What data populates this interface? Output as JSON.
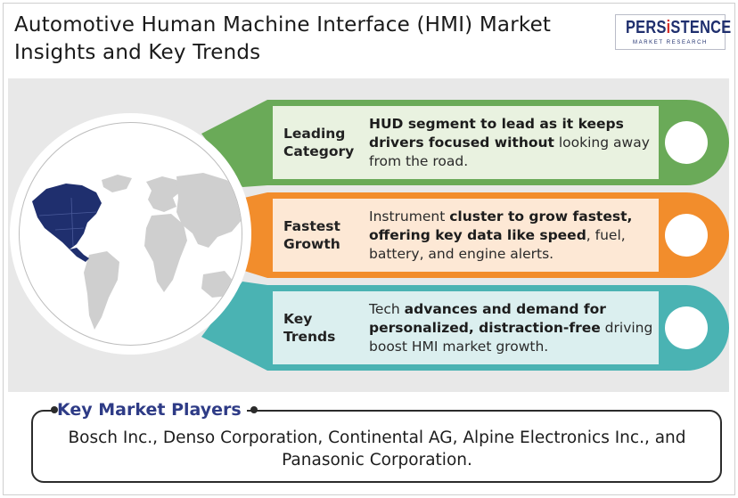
{
  "title": "Automotive Human Machine Interface (HMI) Market Insights and Key Trends",
  "logo": {
    "word_start": "PERS",
    "word_accent": "i",
    "word_end": "STENCE",
    "sub": "MARKET RESEARCH"
  },
  "rows": [
    {
      "label_line1": "Leading",
      "label_line2": "Category",
      "desc_bold": "HUD segment to lead as it keeps drivers focused without",
      "desc_rest": " looking away from the road.",
      "color": "#6aaa58",
      "card_color": "#e9f2e0"
    },
    {
      "label_line1": "Fastest",
      "label_line2": "Growth",
      "desc_lead": "Instrument ",
      "desc_bold": "cluster to grow fastest, offering key data like speed",
      "desc_rest": ", fuel, battery, and engine alerts.",
      "color": "#f28d2c",
      "card_color": "#fde8d5"
    },
    {
      "label_line1": "Key",
      "label_line2": "Trends",
      "desc_lead": "Tech ",
      "desc_bold": "advances and demand for personalized, distraction-free",
      "desc_rest": " driving boost HMI market growth.",
      "color": "#4ab3b3",
      "card_color": "#dbefef"
    }
  ],
  "players": {
    "title": "Key Market Players",
    "list": "Bosch Inc., Denso Corporation, Continental AG, Alpine Electronics Inc., and Panasonic Corporation."
  },
  "colors": {
    "panel": "#e8e8e8",
    "highlight_region": "#1f2f6e",
    "land": "#cfcfcf",
    "players_title": "#2e3b86"
  }
}
